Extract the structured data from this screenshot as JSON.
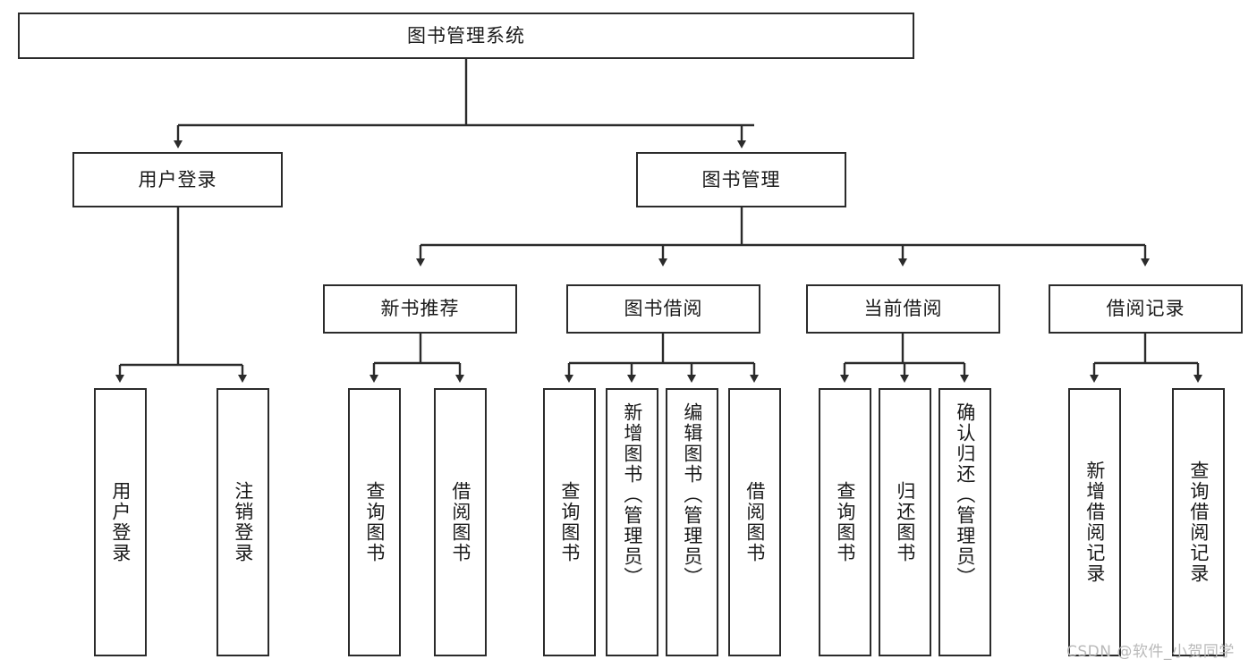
{
  "diagram": {
    "type": "tree",
    "title": "图书管理系统",
    "root": {
      "label": "图书管理系统"
    },
    "level2": [
      {
        "label": "用户登录"
      },
      {
        "label": "图书管理"
      }
    ],
    "level3": [
      {
        "label": "新书推荐"
      },
      {
        "label": "图书借阅"
      },
      {
        "label": "当前借阅"
      },
      {
        "label": "借阅记录"
      }
    ],
    "leaves": {
      "user_login": [
        {
          "label": "用户登录"
        },
        {
          "label": "注销登录"
        }
      ],
      "new_book_recommend": [
        {
          "label": "查询图书"
        },
        {
          "label": "借阅图书"
        }
      ],
      "book_borrow": [
        {
          "label": "查询图书"
        },
        {
          "label": "新增图书（管理员）"
        },
        {
          "label": "编辑图书（管理员）"
        },
        {
          "label": "借阅图书"
        }
      ],
      "current_borrow": [
        {
          "label": "查询图书"
        },
        {
          "label": "归还图书"
        },
        {
          "label": "确认归还（管理员）"
        }
      ],
      "borrow_record": [
        {
          "label": "新增借阅记录"
        },
        {
          "label": "查询借阅记录"
        }
      ]
    }
  },
  "watermark": {
    "text": "CSDN @软件_小贺同学"
  },
  "colors": {
    "box_border": "#2b2b2b",
    "box_fill": "#ffffff",
    "line": "#2b2b2b",
    "text": "#1a1a1a",
    "watermark": "#b9b9b9"
  }
}
